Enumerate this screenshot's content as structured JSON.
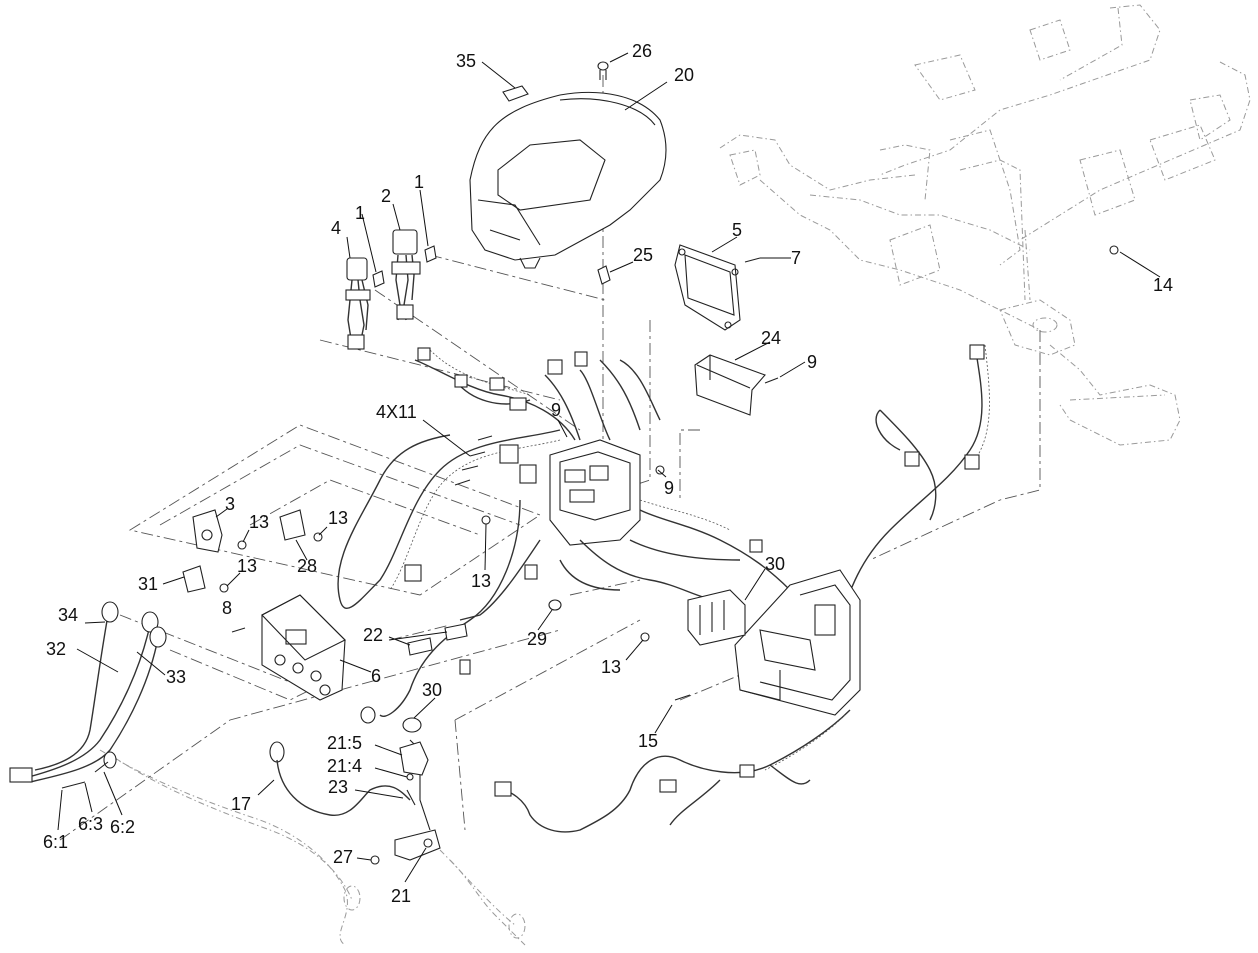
{
  "callouts": [
    "35",
    "26",
    "20",
    "1",
    "2",
    "1",
    "4",
    "5",
    "25",
    "7",
    "14",
    "24",
    "9",
    "4X11",
    "9",
    "9",
    "3",
    "13",
    "13",
    "13",
    "28",
    "13",
    "31",
    "8",
    "34",
    "32",
    "33",
    "6",
    "22",
    "29",
    "30",
    "13",
    "30",
    "21:5",
    "21:4",
    "23",
    "15",
    "17",
    "6:1",
    "6:3",
    "6:2",
    "27",
    "21"
  ]
}
